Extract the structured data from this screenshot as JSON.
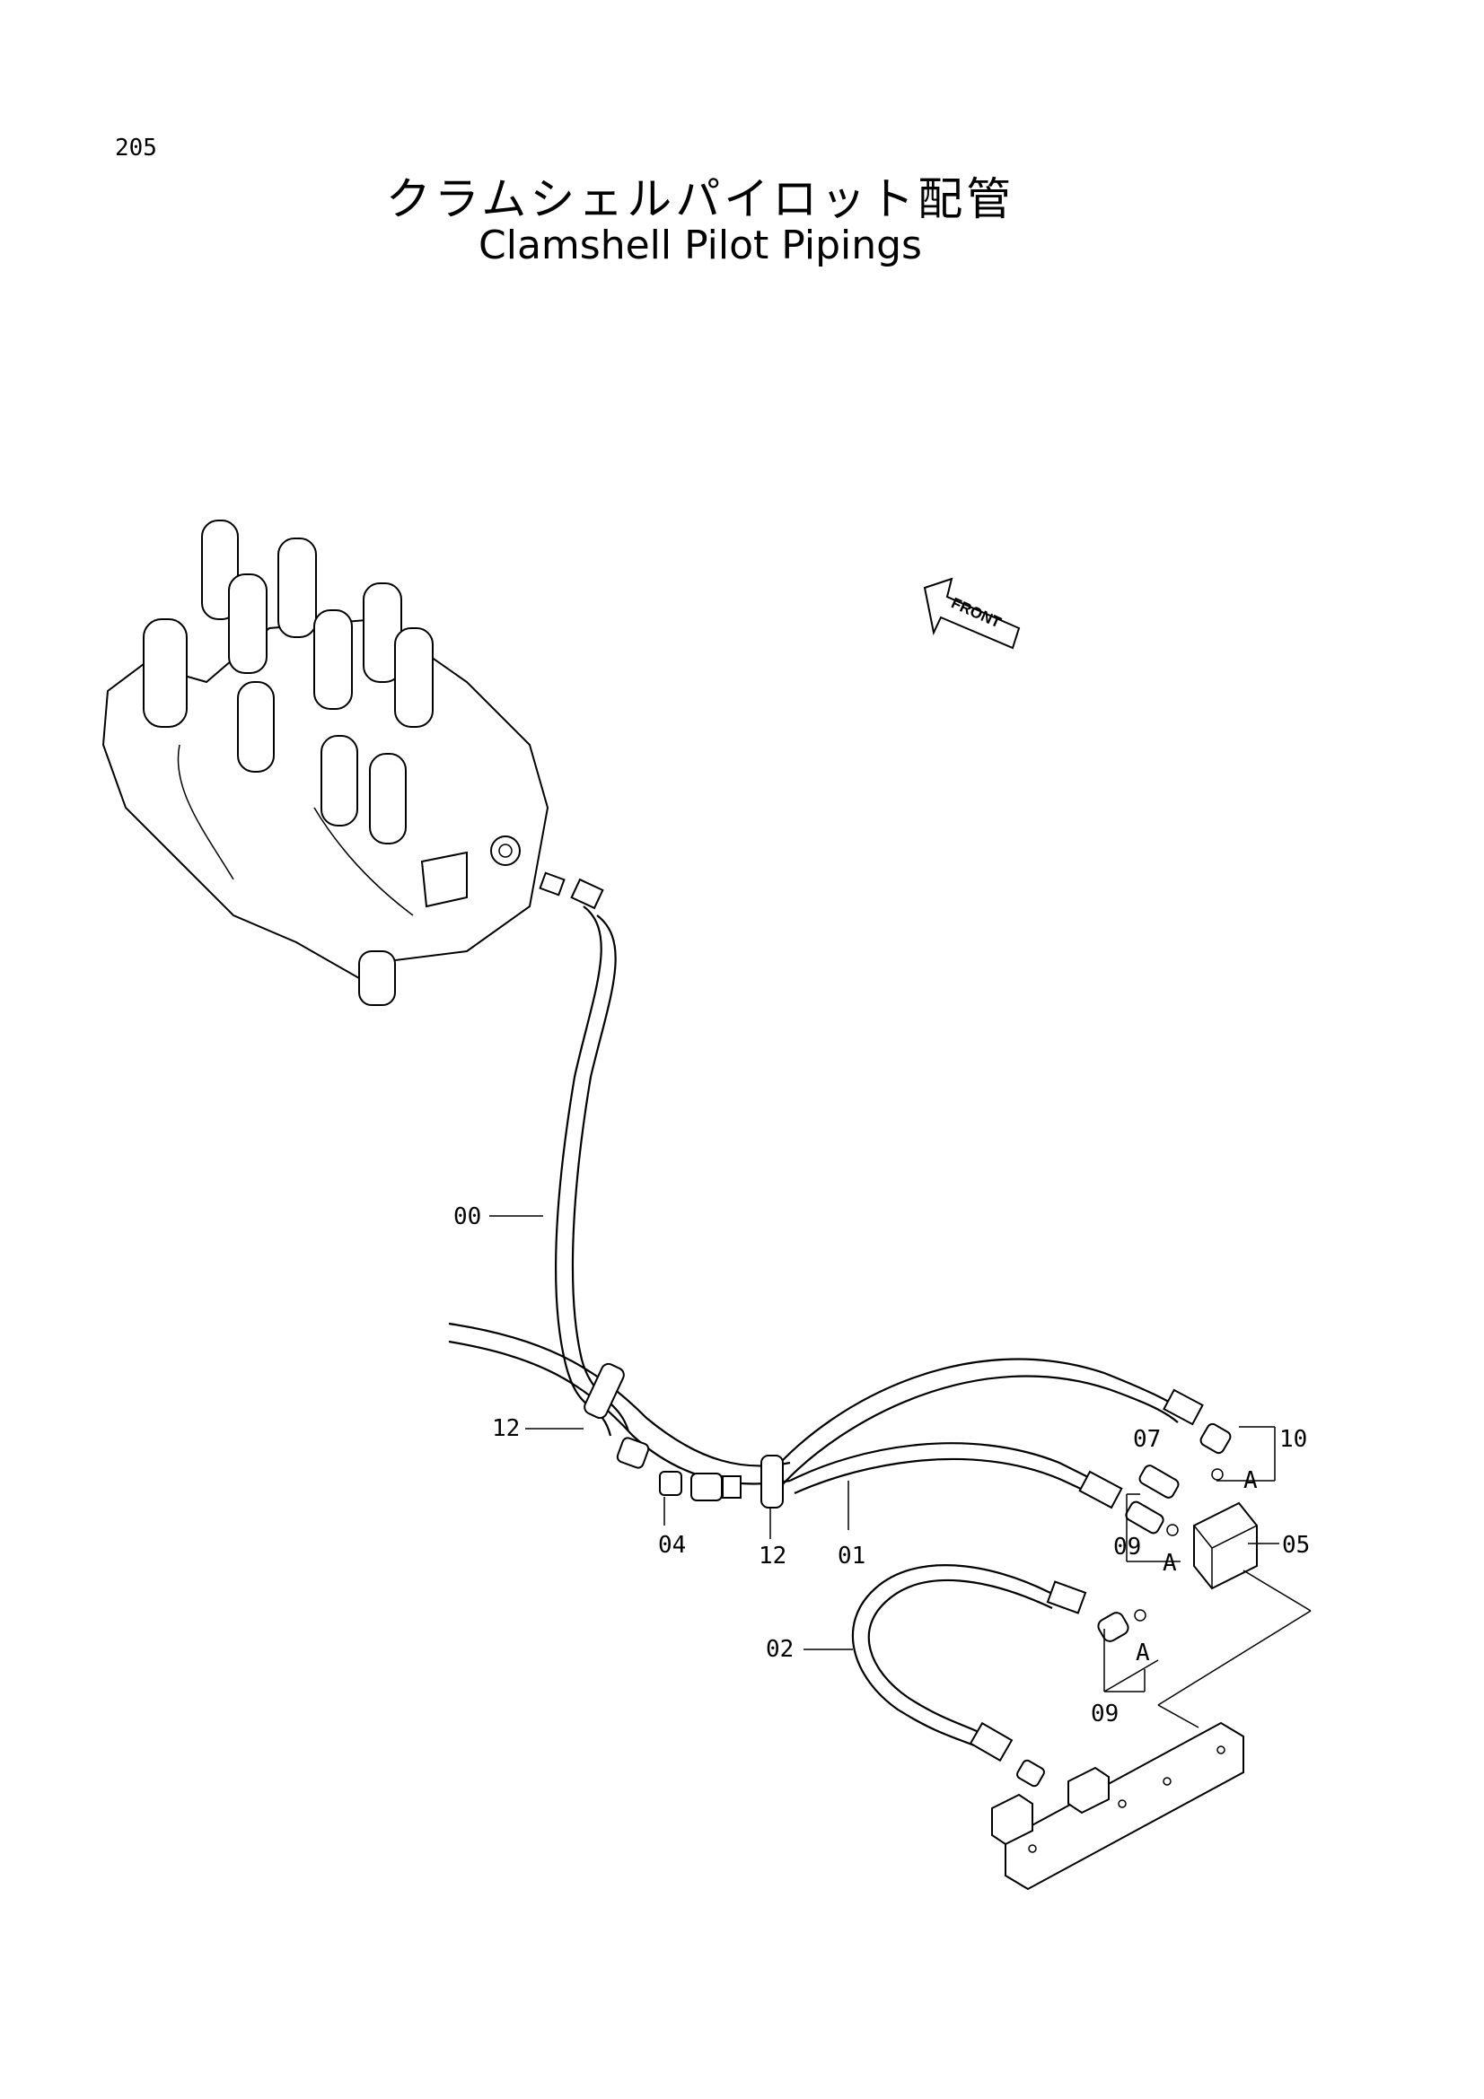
{
  "page_number": "205",
  "title_jp": "クラムシェルパイロット配管",
  "title_en": "Clamshell Pilot Pipings",
  "front_arrow_label": "FRONT",
  "callouts": {
    "c00": "00",
    "c01": "01",
    "c02": "02",
    "c04": "04",
    "c05": "05",
    "c07": "07",
    "c09a": "09",
    "c09b": "09",
    "c10": "10",
    "c12a": "12",
    "c12b": "12",
    "ref_a1": "A",
    "ref_a2": "A",
    "ref_a3": "A"
  }
}
